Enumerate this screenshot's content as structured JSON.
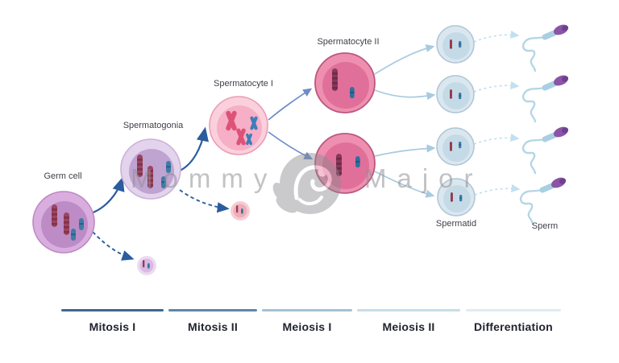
{
  "diagram": {
    "labels": {
      "germ_cell": "Germ cell",
      "spermatogonia": "Spermatogonia",
      "spermatocyte_1": "Spermatocyte I",
      "spermatocyte_2": "Spermatocyte II",
      "spermatid": "Spermatid",
      "sperm": "Sperm"
    },
    "stages": [
      {
        "label": "Mitosis I",
        "line_color": "#3c6795"
      },
      {
        "label": "Mitosis II",
        "line_color": "#5d86ae"
      },
      {
        "label": "Meiosis I",
        "line_color": "#a6c0d4"
      },
      {
        "label": "Meiosis II",
        "line_color": "#c6dde9"
      },
      {
        "label": "Differentiation",
        "line_color": "#dfecf3"
      }
    ],
    "watermark": {
      "left_text": "Mommy",
      "right_text": "Major"
    },
    "colors": {
      "germ_cell_outer": "#d9aede",
      "germ_cell_inner": "#bd8bc5",
      "spermatogonia_outer": "#e3d3ec",
      "spermatogonia_inner": "#bfa3d1",
      "spermatocyte1_outer": "#fad0dd",
      "spermatocyte1_inner": "#f6afc6",
      "spermatocyte2_outer": "#ee8fb0",
      "spermatocyte2_inner": "#e0709a",
      "spermatid_outer": "#dbe7ef",
      "spermatid_inner": "#c5dae7",
      "chromosome_red": "#9c4560",
      "chromosome_blue": "#3d7ca6",
      "chromosome_pink_x": "#dd5277",
      "chromosome_blue_x": "#3f7cba",
      "arrow_dark_blue": "#2b5c9e",
      "arrow_medium_blue": "#6f8cc9",
      "arrow_light_blue": "#a8cadf",
      "arrow_pale_blue": "#c2e0ee",
      "sperm_head_purple": "#8a55a6",
      "sperm_tail_blue": "#b5d6e6"
    }
  }
}
